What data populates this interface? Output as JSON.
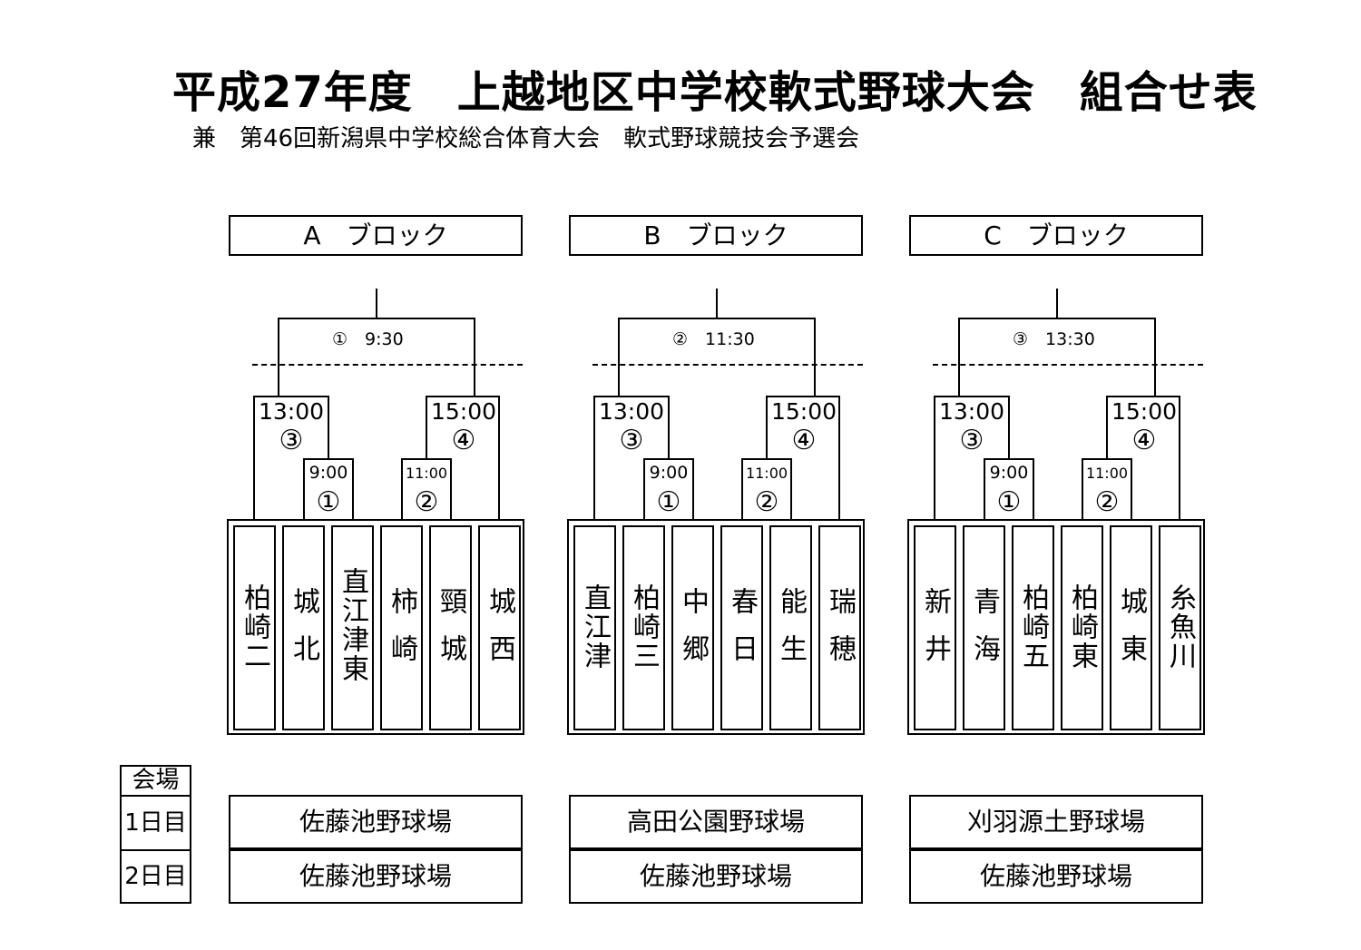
{
  "title": "平成27年度　上越地区中学校軟式野球大会　組合せ表",
  "subtitle": "兼　第46回新潟県中学校総合体育大会　軟式野球競技会予選会",
  "blocks": [
    {
      "header": "A　ブロック",
      "final": "①　9:30",
      "semi_left_time": "13:00",
      "semi_left_num": "③",
      "semi_right_time": "15:00",
      "semi_right_num": "④",
      "q1_time": "9:00",
      "q1_num": "①",
      "q2_time": "11:00",
      "q2_num": "②",
      "teams": [
        "柏崎二",
        "城北",
        "直江津東",
        "柿崎",
        "頸城",
        "城西"
      ]
    },
    {
      "header": "B　ブロック",
      "final": "②　11:30",
      "semi_left_time": "13:00",
      "semi_left_num": "③",
      "semi_right_time": "15:00",
      "semi_right_num": "④",
      "q1_time": "9:00",
      "q1_num": "①",
      "q2_time": "11:00",
      "q2_num": "②",
      "teams": [
        "直江津",
        "柏崎三",
        "中郷",
        "春日",
        "能生",
        "瑞穂"
      ]
    },
    {
      "header": "C　ブロック",
      "final": "③　13:30",
      "semi_left_time": "13:00",
      "semi_left_num": "③",
      "semi_right_time": "15:00",
      "semi_right_num": "④",
      "q1_time": "9:00",
      "q1_num": "①",
      "q2_time": "11:00",
      "q2_num": "②",
      "teams": [
        "新井",
        "青海",
        "柏崎五",
        "柏崎東",
        "城東",
        "糸魚川"
      ]
    }
  ],
  "venue": {
    "label": "会場",
    "day1_label": "1日目",
    "day2_label": "2日目",
    "day1": [
      "佐藤池野球場",
      "高田公園野球場",
      "刈羽源土野球場"
    ],
    "day2": [
      "佐藤池野球場",
      "佐藤池野球場",
      "佐藤池野球場"
    ]
  }
}
